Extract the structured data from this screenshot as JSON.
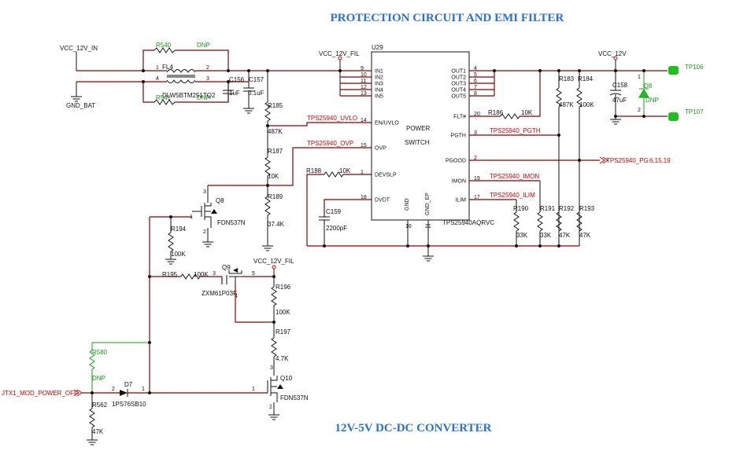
{
  "titles": {
    "top": "PROTECTION CIRCUIT AND EMI FILTER",
    "bottom": "12V-5V DC-DC CONVERTER"
  },
  "power_nets": {
    "vcc_in": "VCC_12V_IN",
    "gnd_bat": "GND_BAT",
    "vcc_fil_top": "VCC_12V_FIL",
    "vcc_fil_mid": "VCC_12V_FIL",
    "vcc_12v": "VCC_12V"
  },
  "u29": {
    "ref": "U29",
    "part": "TPS25940AQRVC",
    "name_line1": "POWER",
    "name_line2": "SWITCH",
    "left_pins": [
      {
        "num": "9",
        "name": "IN1"
      },
      {
        "num": "10",
        "name": "IN2"
      },
      {
        "num": "11",
        "name": "IN3"
      },
      {
        "num": "12",
        "name": "IN4"
      },
      {
        "num": "13",
        "name": "IN5"
      },
      {
        "num": "14",
        "name": "EN/UVLO"
      },
      {
        "num": "15",
        "name": "OVP"
      },
      {
        "num": "1",
        "name": "DEVSLP"
      },
      {
        "num": "18",
        "name": "DVDT"
      }
    ],
    "right_pins": [
      {
        "num": "4",
        "name": "OUT1"
      },
      {
        "num": "5",
        "name": "OUT2"
      },
      {
        "num": "6",
        "name": "OUT3"
      },
      {
        "num": "7",
        "name": "OUT4"
      },
      {
        "num": "8",
        "name": "OUT5"
      },
      {
        "num": "20",
        "name": "FLT#"
      },
      {
        "num": "3",
        "name": "PGTH"
      },
      {
        "num": "2",
        "name": "PGOOD"
      },
      {
        "num": "19",
        "name": "IMON"
      },
      {
        "num": "17",
        "name": "ILIM"
      }
    ],
    "bottom_pins": [
      {
        "num": "16",
        "name": "GND"
      },
      {
        "num": "21",
        "name": "GND_EP"
      }
    ]
  },
  "nets": {
    "uvlo": "TPS25940_UVLO",
    "ovp": "TPS25940_OVP",
    "pgth": "TPS25940_PGTH",
    "pg": "TPS25940_PG",
    "pg_pages": "6,15,19",
    "imon": "TPS25940_IMON",
    "ilim": "TPS25940_ILIM",
    "mod_off": "JTX1_MOD_POWER_OFF"
  },
  "components": {
    "r540": {
      "ref": "R540",
      "val": "DNP"
    },
    "r541": {
      "ref": "R541",
      "val": "DNP"
    },
    "fl4": {
      "ref": "FL4",
      "part": "DLW5BTM251TQ2",
      "p1": "1",
      "p2": "2",
      "p3": "3",
      "p4": "4"
    },
    "c156": {
      "ref": "C156",
      "val": "1uF"
    },
    "c157": {
      "ref": "C157",
      "val": "0.1uF"
    },
    "c158": {
      "ref": "C158",
      "val": "47uF"
    },
    "d8": {
      "ref": "D8",
      "val": "DNP",
      "p1": "1",
      "p2": "2"
    },
    "tp106": {
      "ref": "TP106"
    },
    "tp107": {
      "ref": "TP107"
    },
    "r183": {
      "ref": "R183",
      "val": "487K"
    },
    "r184": {
      "ref": "R184",
      "val": "100K"
    },
    "r185": {
      "ref": "R185",
      "val": "487K"
    },
    "r186": {
      "ref": "R186",
      "val": "10K"
    },
    "r187": {
      "ref": "R187",
      "val": "10K"
    },
    "r188": {
      "ref": "R188",
      "val": "10K"
    },
    "r189": {
      "ref": "R189",
      "val": "37.4K"
    },
    "r190": {
      "ref": "R190",
      "val": "33K"
    },
    "r191": {
      "ref": "R191",
      "val": "33K"
    },
    "r192": {
      "ref": "R192",
      "val": "47K"
    },
    "r193": {
      "ref": "R193",
      "val": "47K"
    },
    "c159": {
      "ref": "C159",
      "val": "2200pF"
    },
    "q8": {
      "ref": "Q8",
      "part": "FDN537N",
      "p1": "1",
      "p2": "2",
      "p3": "3"
    },
    "r194": {
      "ref": "R194",
      "val": "100K"
    },
    "r195": {
      "ref": "R195",
      "val": "100K"
    },
    "q9": {
      "ref": "Q9",
      "part": "ZXM61P03F",
      "p3": "3",
      "p5": "5",
      "p4": "4"
    },
    "r196": {
      "ref": "R196",
      "val": "100K"
    },
    "r197": {
      "ref": "R197",
      "val": "4.7K"
    },
    "q10": {
      "ref": "Q10",
      "part": "FDN537N",
      "p1": "1",
      "p2": "2",
      "p3": "3"
    },
    "r580": {
      "ref": "R580",
      "val": "DNP"
    },
    "d7": {
      "ref": "D7",
      "part": "1PS76SB10",
      "p1": "1",
      "p2": "2"
    },
    "r562": {
      "ref": "R562",
      "val": "47K"
    }
  }
}
